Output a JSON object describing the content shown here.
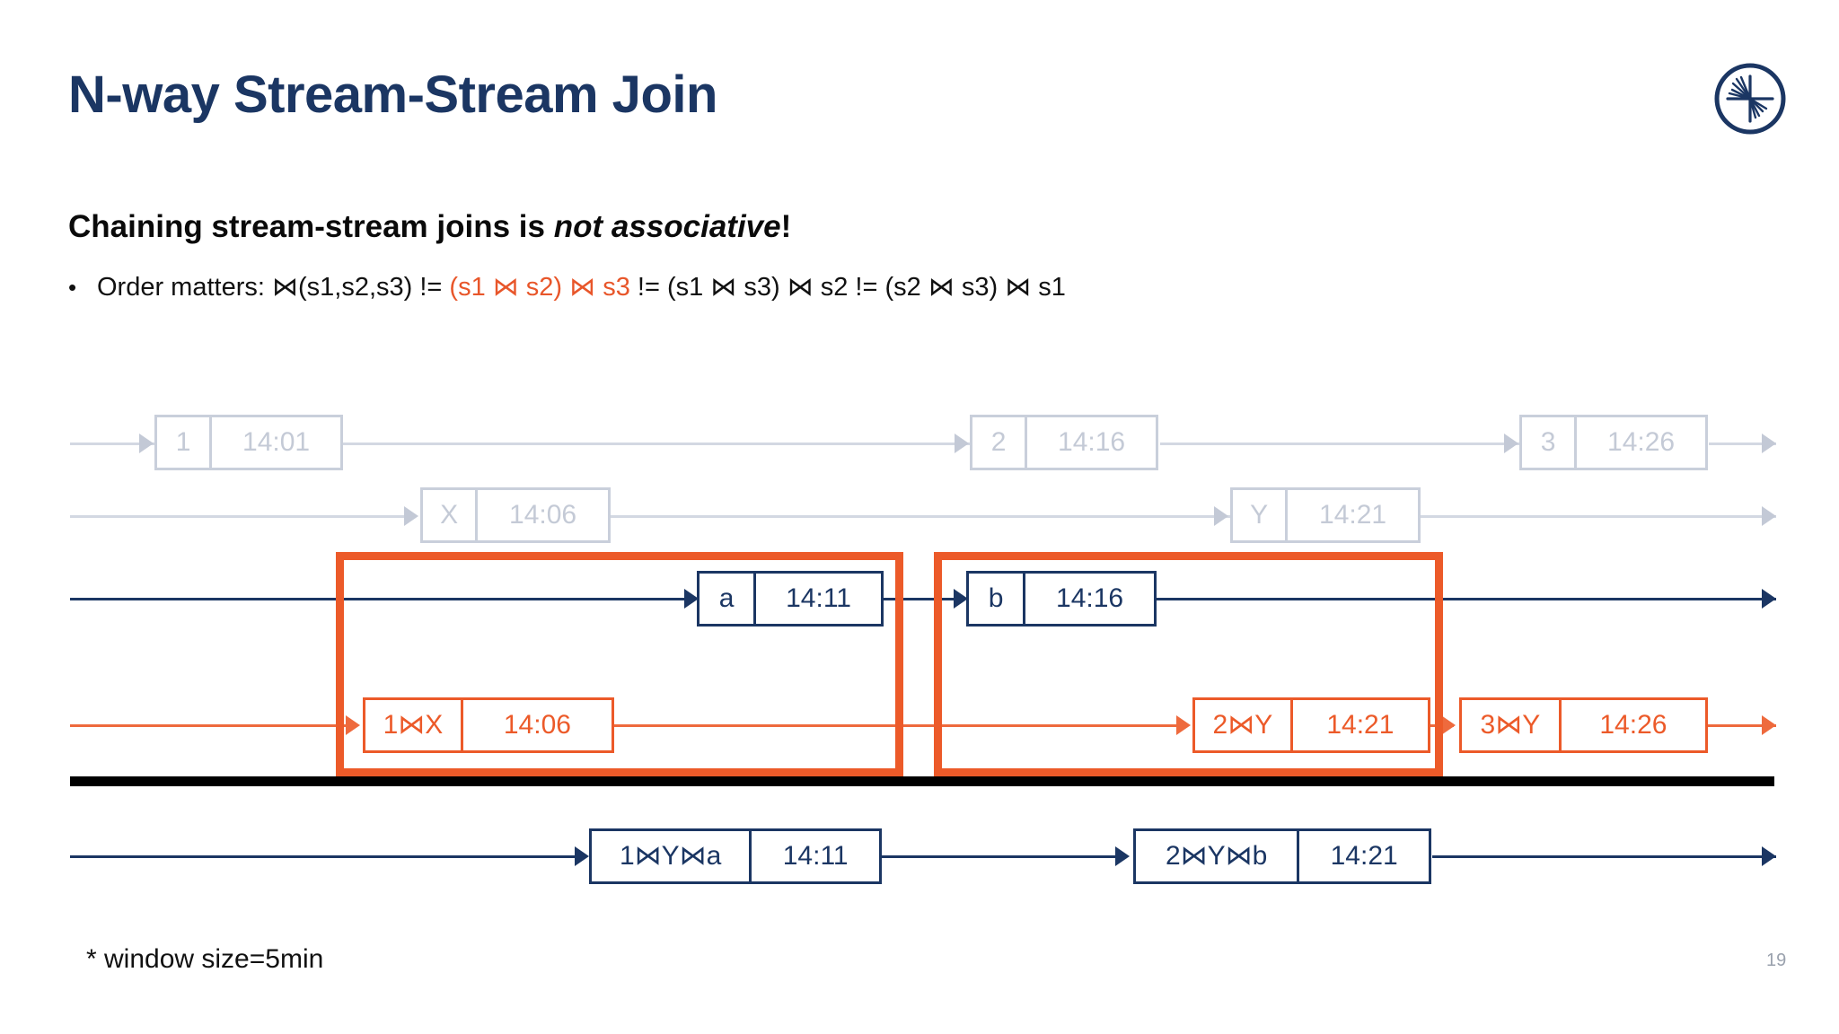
{
  "slide": {
    "title": "N-way Stream-Stream Join",
    "page_number": "19",
    "footnote": "* window size=5min",
    "logo_name": "confluent-logo"
  },
  "heading": {
    "prefix": "Chaining stream-stream joins is ",
    "emphasis": "not associative",
    "suffix": "!"
  },
  "bullet": {
    "marker": "•",
    "lead": "Order matters: ⋈(s1,s2,s3) != ",
    "highlight": "(s1 ⋈ s2) ⋈ s3",
    "tail": " != (s1 ⋈ s3) ⋈ s2 != (s2 ⋈ s3) ⋈ s1"
  },
  "colors": {
    "navy": "#1b3663",
    "orange": "#ec5a29",
    "faded": "#c9cfdb",
    "black": "#000000"
  },
  "streams": [
    {
      "name": "stream-s1-faded",
      "style": "gray",
      "events": [
        {
          "key": "1",
          "time": "14:01"
        },
        {
          "key": "2",
          "time": "14:16"
        },
        {
          "key": "3",
          "time": "14:26"
        }
      ]
    },
    {
      "name": "stream-s2-faded",
      "style": "gray",
      "events": [
        {
          "key": "X",
          "time": "14:06"
        },
        {
          "key": "Y",
          "time": "14:21"
        }
      ]
    },
    {
      "name": "stream-s3",
      "style": "navy",
      "events": [
        {
          "key": "a",
          "time": "14:11"
        },
        {
          "key": "b",
          "time": "14:16"
        }
      ]
    },
    {
      "name": "stream-join-1x-y",
      "style": "orange",
      "events": [
        {
          "key": "1⋈X",
          "time": "14:06"
        },
        {
          "key": "2⋈Y",
          "time": "14:21"
        },
        {
          "key": "3⋈Y",
          "time": "14:26"
        }
      ]
    },
    {
      "name": "stream-result",
      "style": "navy",
      "events": [
        {
          "key": "1⋈Y⋈a",
          "time": "14:11"
        },
        {
          "key": "2⋈Y⋈b",
          "time": "14:21"
        }
      ]
    }
  ],
  "windows": [
    {
      "label": "join-window-1"
    },
    {
      "label": "join-window-2"
    }
  ]
}
